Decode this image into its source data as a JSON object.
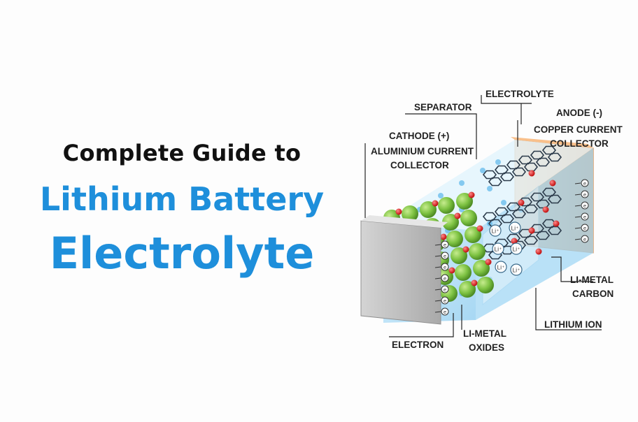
{
  "title": {
    "line1": "Complete Guide to",
    "line2": "Lithium Battery",
    "line3": "Electrolyte",
    "accent_color": "#1e8fdb"
  },
  "diagram": {
    "labels": {
      "separator": "SEPARATOR",
      "electrolyte": "ELECTROLYTE",
      "anode": "ANODE (-)",
      "copper_1": "COPPER CURRENT",
      "copper_2": "COLLECTOR",
      "cathode": "CATHODE (+)",
      "aluminium_1": "ALUMINIUM CURRENT",
      "aluminium_2": "COLLECTOR",
      "li_metal_carbon_1": "LI-METAL",
      "li_metal_carbon_2": "CARBON",
      "lithium_ion": "LITHIUM ION",
      "electron": "ELECTRON",
      "li_metal_oxides_1": "LI-METAL",
      "li_metal_oxides_2": "OXIDES",
      "li_ion_symbol": "Li⁺",
      "electron_symbol": "e"
    },
    "colors": {
      "cathode_sphere": "#7dc242",
      "lithium_atom": "#e02020",
      "electrolyte": "#bfe4f8",
      "copper": "#f0944a",
      "aluminium": "#c8c8c8"
    }
  }
}
